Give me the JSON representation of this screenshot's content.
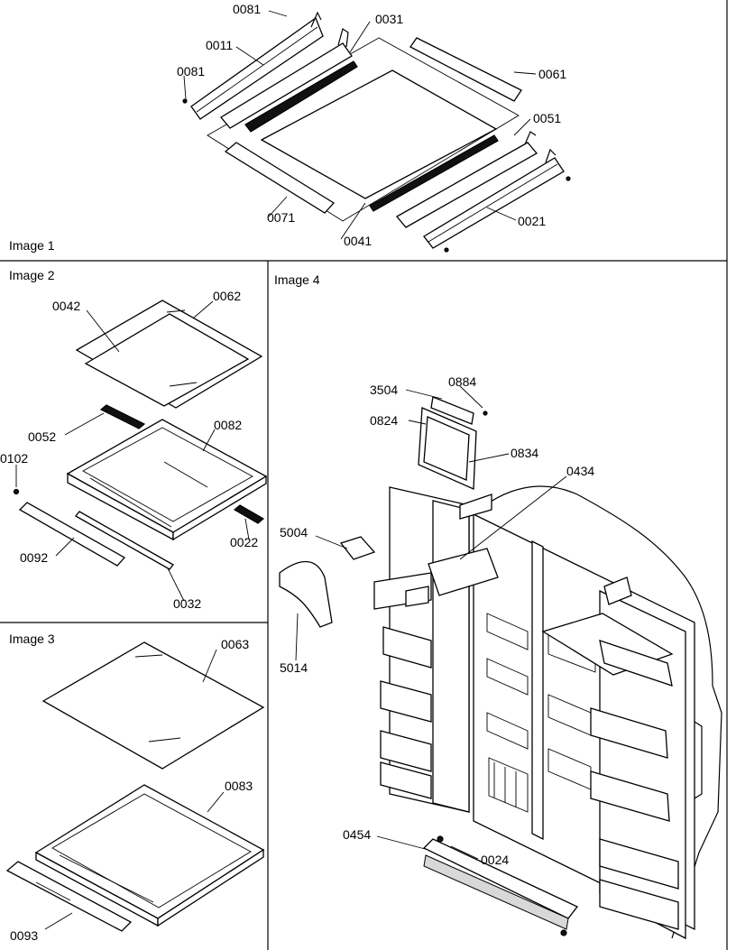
{
  "panels": {
    "image1": "Image 1",
    "image2": "Image 2",
    "image3": "Image 3",
    "image4": "Image 4"
  },
  "callouts": {
    "image1": [
      "0081",
      "0031",
      "0011",
      "0081",
      "0061",
      "0051",
      "0021",
      "0071",
      "0041"
    ],
    "image2": [
      "0042",
      "0062",
      "0052",
      "0082",
      "0102",
      "0022",
      "0092",
      "0032"
    ],
    "image3": [
      "0063",
      "0083",
      "0093"
    ],
    "image4": [
      "3504",
      "0884",
      "0824",
      "0834",
      "0434",
      "5004",
      "5014",
      "0454",
      "0024"
    ]
  }
}
